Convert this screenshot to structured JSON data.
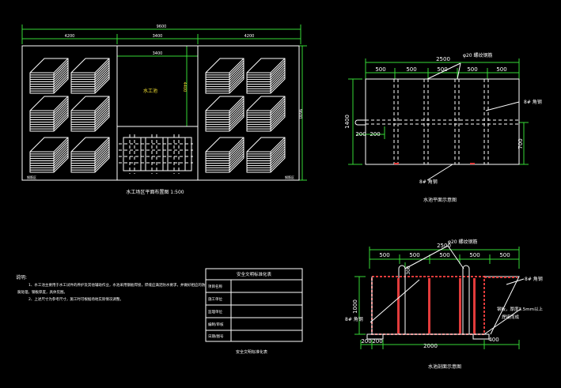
{
  "left_plan": {
    "dims": {
      "total_width": "9600",
      "left": "4200",
      "center": "3400",
      "right": "4200",
      "height": "9600",
      "pool_width": "3400",
      "pool_height": "4400"
    },
    "pool_label": "水工池",
    "caption": "水工场区平面布置图 1:500",
    "corner_left": "钢筋区",
    "corner_right": "钢筋区"
  },
  "top_right": {
    "dims": {
      "total": "2500",
      "segments": [
        "500",
        "500",
        "500",
        "500",
        "500"
      ],
      "height": "1400",
      "bottom": "700",
      "small_a": "200",
      "small_b": "200"
    },
    "callouts": {
      "rebar": "φ20 螺纹钢筋",
      "pipe": "8# 角钢",
      "bottom": "8# 角钢"
    },
    "caption": "水池平面示意图"
  },
  "bottom_right": {
    "dims": {
      "total": "2500",
      "segments": [
        "500",
        "500",
        "500",
        "500",
        "500"
      ],
      "height": "1000",
      "left_small": "200",
      "left_small2": "200",
      "bottom": "2000",
      "right_small": "400",
      "post_height": "300"
    },
    "callouts": {
      "rebar": "φ20 螺纹钢筋",
      "angle_right": "8# 角钢",
      "angle_left": "8# 角钢",
      "note_line1": "钢板，厚度3.5mm以上",
      "note_line2": "焊接而成"
    },
    "caption": "水池剖面示意图"
  },
  "notes": {
    "title": "说明:",
    "line1": "1、水工池主要用于水工试件的养护及其他辅助作业，水池采用钢板焊接，焊缝应满足防水要求，并做好相应的防",
    "line2": "腐处理，钢板厚度，具体见图。",
    "line3": "2、上述尺寸为参考尺寸，施工时可根据场地实际情况调整。"
  },
  "table": {
    "title": "安全文明标准化表",
    "rows": [
      "项目名称",
      "施工单位",
      "监理单位",
      "编制/审核",
      "日期/图号"
    ],
    "caption": "安全文明标准化表"
  }
}
